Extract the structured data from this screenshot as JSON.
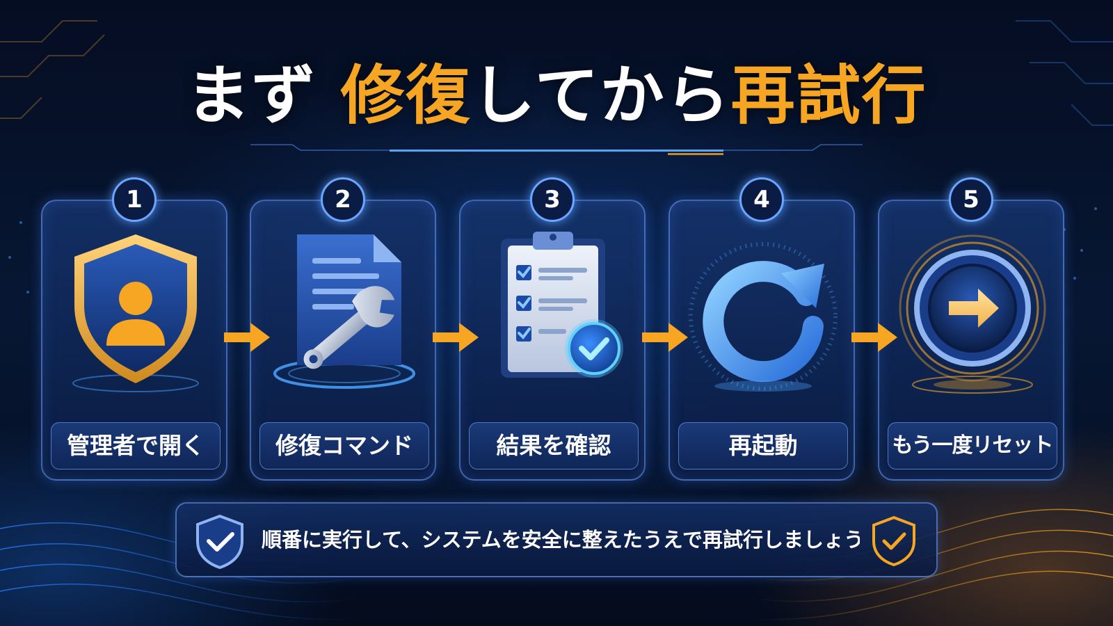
{
  "title": {
    "part1": "まず",
    "part2": "修復",
    "part3": "してから",
    "part4": "再試行"
  },
  "steps": [
    {
      "number": "1",
      "label": "管理者で開く",
      "icon": "admin-shield-icon"
    },
    {
      "number": "2",
      "label": "修復コマンド",
      "icon": "document-wrench-icon"
    },
    {
      "number": "3",
      "label": "結果を確認",
      "icon": "checklist-clipboard-icon"
    },
    {
      "number": "4",
      "label": "再起動",
      "icon": "restart-arrow-icon"
    },
    {
      "number": "5",
      "label": "もう一度リセット",
      "icon": "reset-arrow-button-icon"
    }
  ],
  "footer": {
    "text": "順番に実行して、システムを安全に整えたうえで再試行しましょう"
  },
  "colors": {
    "accent_orange": "#f6a623",
    "accent_blue": "#4aa3ff",
    "background": "#071733"
  }
}
